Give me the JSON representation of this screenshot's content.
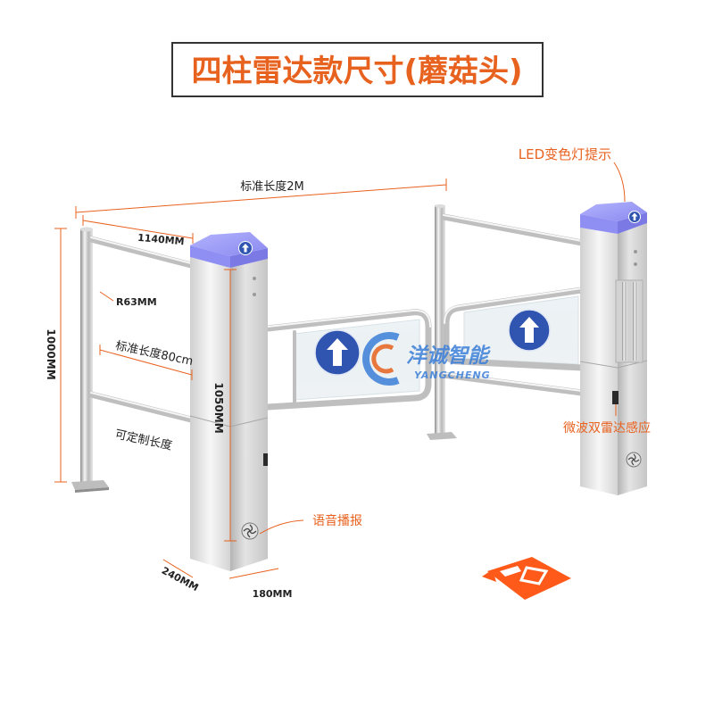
{
  "title": "四柱雷达款尺寸(蘑菇头)",
  "annotations": {
    "led": "LED变色灯提示",
    "total_length": "标准长度2M",
    "rail_length": "1140MM",
    "radius": "R63MM",
    "post_height": "1000MM",
    "arm_length": "标准长度80cm",
    "cabinet_height": "1050MM",
    "custom_length": "可定制长度",
    "radar": "微波双雷达感应",
    "voice": "语音播报",
    "depth": "240MM",
    "width": "180MM"
  },
  "logo": {
    "name": "洋诚智能",
    "latin": "YANGCHENG"
  },
  "colors": {
    "accent": "#e8621f",
    "cap": "#8f8ef2",
    "sign": "#2f55b0",
    "logo": "#3b7fd8"
  },
  "icons": [
    "up-arrow-icon",
    "fan-vent-icon",
    "entrance-floor-arrow-icon"
  ]
}
